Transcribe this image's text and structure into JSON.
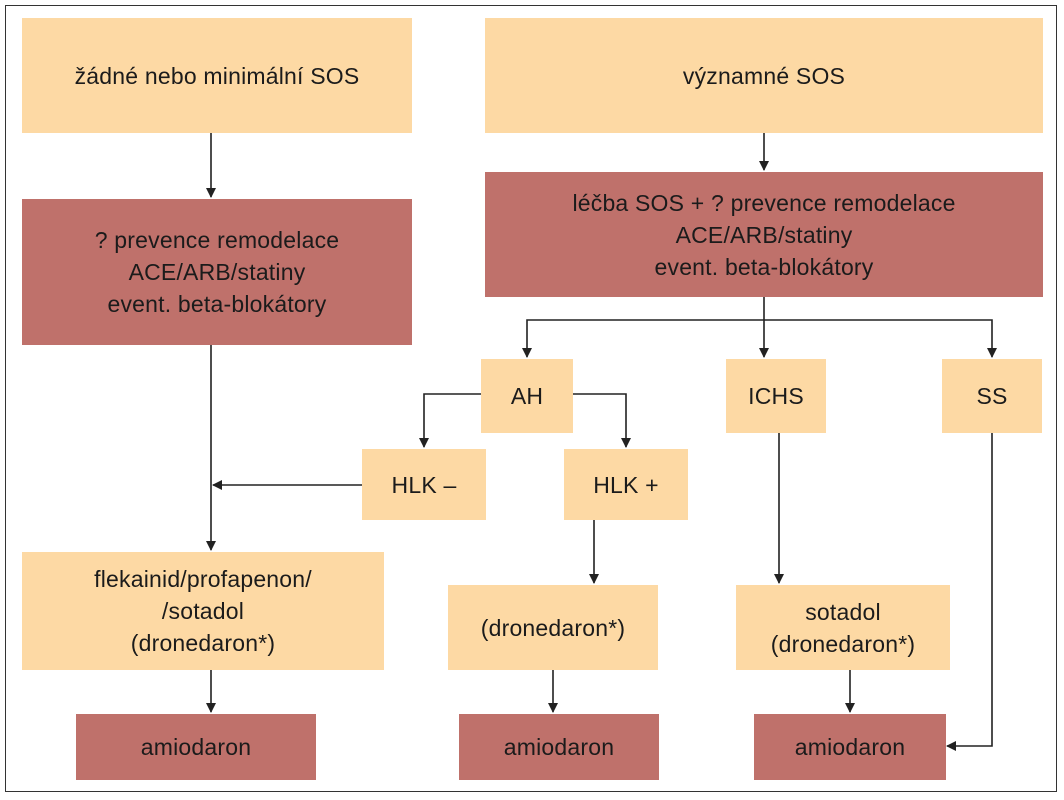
{
  "colors": {
    "light_box": "#fdd9a4",
    "dark_box": "#bf716b",
    "line": "#222222"
  },
  "nodes": {
    "minimal_sos": "žádné nebo minimální SOS",
    "significant_sos": "významné SOS",
    "prevention_left": "? prevence remodelace\nACE/ARB/statiny\nevent. beta-blokátory",
    "treatment_right": "léčba SOS + ? prevence remodelace\nACE/ARB/statiny\nevent. beta-blokátory",
    "ah": "AH",
    "ichs": "ICHS",
    "ss": "SS",
    "hlk_minus": "HLK –",
    "hlk_plus": "HLK +",
    "flecainide": "flekainid/profapenon/\n/sotadol\n(dronedaron*)",
    "dronedarone_mid": "(dronedaron*)",
    "sotalol": "sotadol\n(dronedaron*)",
    "amio_left": "amiodaron",
    "amio_mid": "amiodaron",
    "amio_right": "amiodaron"
  }
}
